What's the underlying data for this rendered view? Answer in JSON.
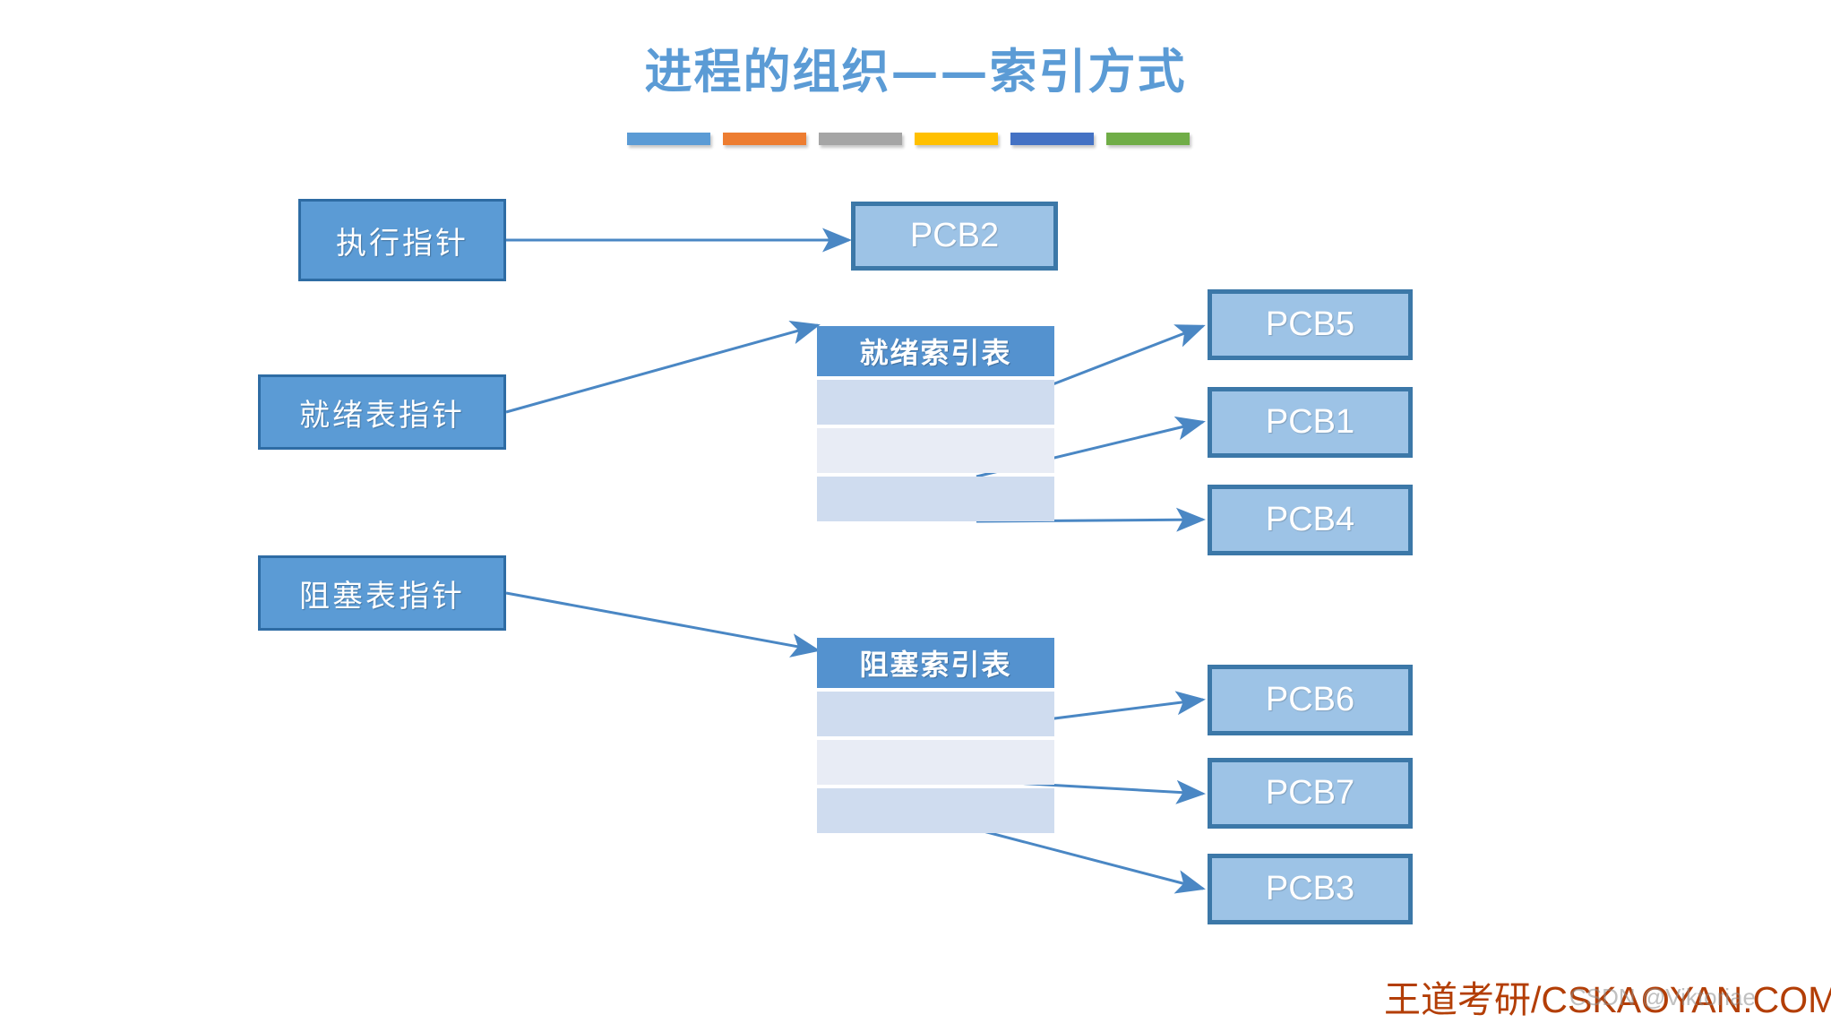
{
  "slide": {
    "title": "进程的组织——索引方式",
    "background_color": "#FFFFFF",
    "title_color": "#5B9BD5"
  },
  "title_bars": [
    {
      "name": "bar-blue",
      "color": "#5B9BD5"
    },
    {
      "name": "bar-orange",
      "color": "#ED7D31"
    },
    {
      "name": "bar-gray",
      "color": "#A5A5A5"
    },
    {
      "name": "bar-yellow",
      "color": "#FFC000"
    },
    {
      "name": "bar-dark-blue",
      "color": "#4472C4"
    },
    {
      "name": "bar-green",
      "color": "#70AD47"
    }
  ],
  "pointers": [
    {
      "id": "exec",
      "label": "执行指针"
    },
    {
      "id": "ready",
      "label": "就绪表指针"
    },
    {
      "id": "blocked",
      "label": "阻塞表指针"
    }
  ],
  "tables": {
    "ready": {
      "header": "就绪索引表",
      "rows": [
        "",
        "",
        ""
      ]
    },
    "blocked": {
      "header": "阻塞索引表",
      "rows": [
        "",
        "",
        ""
      ]
    }
  },
  "pcbs": {
    "running": {
      "label": "PCB2"
    },
    "ready": [
      {
        "label": "PCB5"
      },
      {
        "label": "PCB1"
      },
      {
        "label": "PCB4"
      }
    ],
    "blocked": [
      {
        "label": "PCB6"
      },
      {
        "label": "PCB7"
      },
      {
        "label": "PCB3"
      }
    ]
  },
  "connections": [
    {
      "from": "执行指针",
      "to": "PCB2"
    },
    {
      "from": "就绪表指针",
      "to": "就绪索引表"
    },
    {
      "from": "阻塞表指针",
      "to": "阻塞索引表"
    },
    {
      "from": "就绪索引表[0]",
      "to": "PCB5"
    },
    {
      "from": "就绪索引表[1]",
      "to": "PCB1"
    },
    {
      "from": "就绪索引表[2]",
      "to": "PCB4"
    },
    {
      "from": "阻塞索引表[0]",
      "to": "PCB6"
    },
    {
      "from": "阻塞索引表[1]",
      "to": "PCB7"
    },
    {
      "from": "阻塞索引表[2]",
      "to": "PCB3"
    }
  ],
  "footer": {
    "brand": "王道考研/CSKAOYAN.COM",
    "brand_color": "#B33E06",
    "watermark": "CSDN @Viktoriae"
  }
}
